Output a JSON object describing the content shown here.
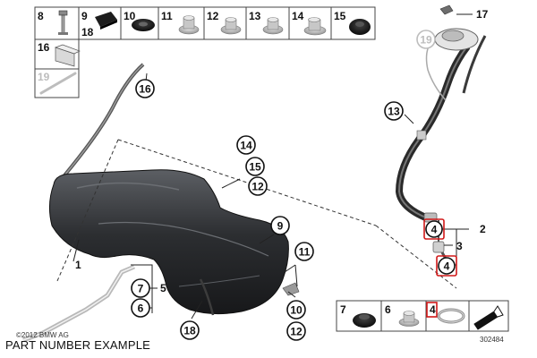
{
  "header_legend": {
    "row1": [
      "8",
      "9",
      "10",
      "11",
      "12",
      "13",
      "14",
      "15"
    ],
    "row1_sub": "18",
    "row2": [
      "16"
    ],
    "row3_faded": [
      "19"
    ]
  },
  "callouts": {
    "c16_tank_vent": "16",
    "c14": "14",
    "c15": "15",
    "c12_upper": "12",
    "c9": "9",
    "c11": "11",
    "c10": "10",
    "c12_lower": "12",
    "c18": "18",
    "c7": "7",
    "c6": "6",
    "c13": "13",
    "c19_faded": "19",
    "c4_upper": "4",
    "c4_lower": "4"
  },
  "plain_labels": {
    "l1": "1",
    "l5": "5",
    "l17": "17",
    "l2": "2",
    "l3": "3"
  },
  "bottom_legend": {
    "items": [
      "7",
      "6",
      "4"
    ]
  },
  "copyright": "©2012 BMW AG",
  "figure_id": "302484",
  "caption": "PART NUMBER EXAMPLE"
}
